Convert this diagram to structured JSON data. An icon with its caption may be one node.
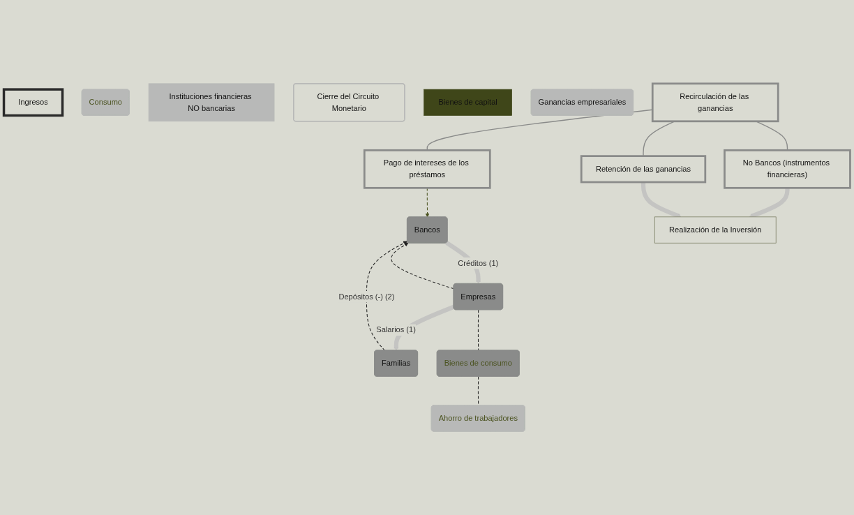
{
  "diagram": {
    "nodes": [
      {
        "text": [
          "Bancos"
        ]
      },
      {
        "text": [
          "Empresas"
        ]
      },
      {
        "text": [
          "Familias"
        ]
      },
      {
        "text": [
          "Ingresos"
        ]
      },
      {
        "text": [
          "Bienes de consumo"
        ]
      },
      {
        "text": [
          "Consumo"
        ]
      },
      {
        "text": [
          "Ahorro de trabajadores"
        ]
      },
      {
        "text": [
          "Instituciones financieras NO bancarias"
        ]
      },
      {
        "text": [
          "Cierre del Circuito Monetario"
        ]
      },
      {
        "text": [
          "Bienes de capital"
        ]
      },
      {
        "text": [
          "Ganancias empresariales"
        ]
      },
      {
        "text": [
          "Recirculación de las ganancias"
        ]
      },
      {
        "text": [
          "Pago de intereses de los préstamos"
        ]
      },
      {
        "text": [
          "No Bancos (instrumentos financieras)"
        ]
      },
      {
        "text": [
          "Retención de las ganancias"
        ]
      },
      {
        "text": [
          "Realización de la Inversión"
        ]
      }
    ],
    "edges": [
      {
        "from": 0,
        "to": 1,
        "arrow": "to",
        "label": "Créditos (1)",
        "style": "thick",
        "color": "#c4c4c2"
      },
      {
        "from": 1,
        "to": 2,
        "arrow": "to",
        "label": "Salarios (1)",
        "style": "thick",
        "color": "#c4c4c2"
      },
      {
        "from": 2,
        "to": 0,
        "arrow": "to",
        "label": "Depósitos (-) (2)",
        "style": "dashed",
        "color": "#222222"
      },
      {
        "from": 1,
        "to": 0,
        "arrow": "to",
        "style": "dashed",
        "color": "#222222"
      },
      {
        "from": 1,
        "to": 4,
        "arrow": "none",
        "style": "dashed",
        "color": "#222222"
      },
      {
        "from": 4,
        "to": 6,
        "arrow": "none",
        "style": "dashed",
        "color": "#222222"
      },
      {
        "from": 11,
        "to": 12,
        "arrow": "none",
        "color": "#8a8b8a"
      },
      {
        "from": 11,
        "to": 13,
        "arrow": "none",
        "color": "#8a8b8a"
      },
      {
        "from": 11,
        "to": 14,
        "arrow": "none",
        "color": "#8a8b8a"
      },
      {
        "from": 12,
        "to": 0,
        "arrow": "to",
        "style": "dashed",
        "color": "#4b5320"
      },
      {
        "from": 13,
        "to": 15,
        "arrow": "to",
        "style": "thick",
        "color": "#c4c4c2"
      },
      {
        "from": 14,
        "to": 15,
        "arrow": "to",
        "style": "thick",
        "color": "#c4c4c2"
      }
    ]
  }
}
